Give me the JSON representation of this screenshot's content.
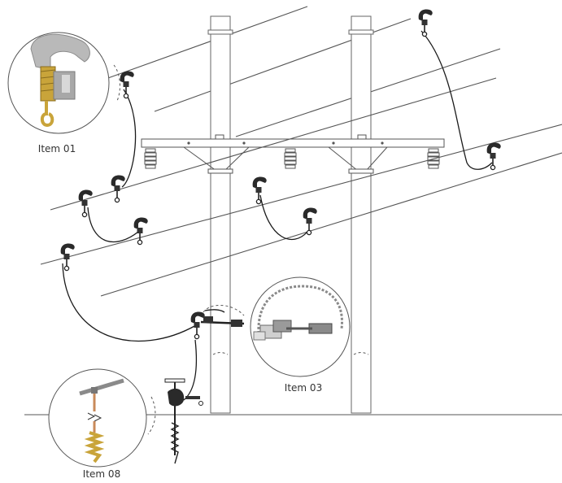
{
  "callouts": [
    {
      "id": "item-01",
      "label": "Item 01"
    },
    {
      "id": "item-03",
      "label": "Item 03"
    },
    {
      "id": "item-08",
      "label": "Item 08"
    }
  ],
  "colors": {
    "line": "#555555",
    "cable": "#1a1a1a",
    "clamp_metal": "#b9b9b9",
    "brass": "#c9a43a",
    "copper": "#c98a5a"
  }
}
